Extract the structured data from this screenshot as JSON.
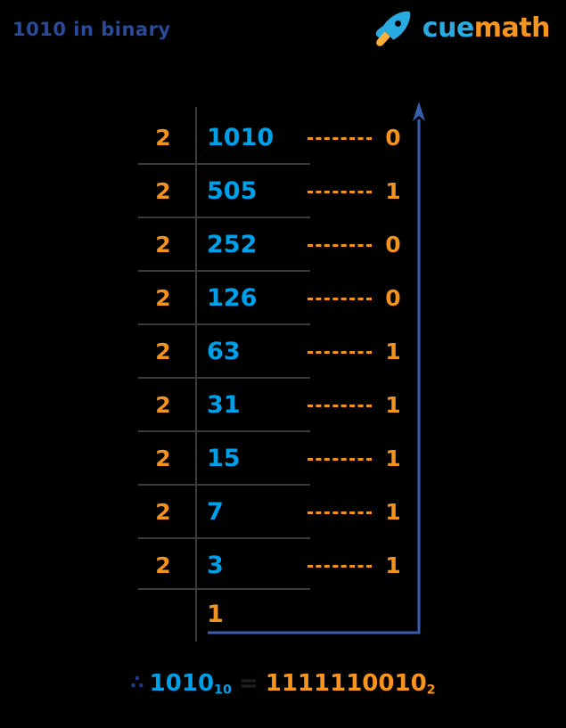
{
  "header": {
    "title": "1010 in binary",
    "logo": {
      "icon": "rocket-icon",
      "word_primary": "cue",
      "word_secondary": "math"
    }
  },
  "colors": {
    "background": "#000000",
    "title_blue": "#2A4B9B",
    "number_blue": "#00A0E8",
    "accent_orange": "#F2931F",
    "logo_blue": "#29ABE2",
    "logo_orange": "#F7941E",
    "rule_gray": "#3A3A3A",
    "arrow_blue": "#3A5DAE"
  },
  "division": {
    "divisor": "2",
    "rows": [
      {
        "divisor": "2",
        "dividend": "1010",
        "remainder": "0"
      },
      {
        "divisor": "2",
        "dividend": "505",
        "remainder": "1"
      },
      {
        "divisor": "2",
        "dividend": "252",
        "remainder": "0"
      },
      {
        "divisor": "2",
        "dividend": "126",
        "remainder": "0"
      },
      {
        "divisor": "2",
        "dividend": "63",
        "remainder": "1"
      },
      {
        "divisor": "2",
        "dividend": "31",
        "remainder": "1"
      },
      {
        "divisor": "2",
        "dividend": "15",
        "remainder": "1"
      },
      {
        "divisor": "2",
        "dividend": "7",
        "remainder": "1"
      },
      {
        "divisor": "2",
        "dividend": "3",
        "remainder": "1"
      }
    ],
    "final_quotient": "1"
  },
  "conclusion": {
    "therefore": "∴",
    "lhs_value": "1010",
    "lhs_base": "10",
    "equals": "=",
    "rhs_value": "1111110010",
    "rhs_base": "2"
  }
}
